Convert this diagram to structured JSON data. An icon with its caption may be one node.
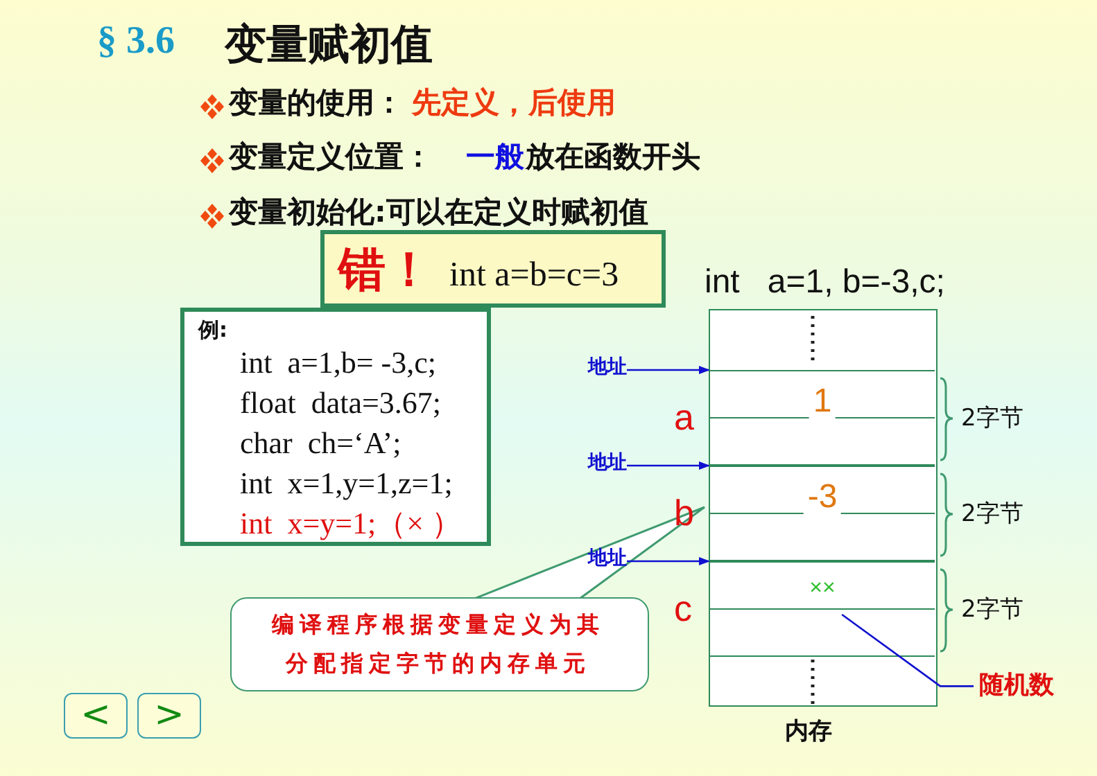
{
  "diagram": {
    "nodes": [
      {
        "text": [
          "例:",
          "int  a=1,b= -3,c;",
          "float  data=3.67;",
          "char  ch=‘A’;",
          "int  x=1,y=1,z=1;",
          "int  x=y=1;（× ）"
        ]
      },
      {
        "text": [
          "错！",
          "int a=b=c=3"
        ]
      },
      {
        "text": [
          "int   a=1, b=-3,c;"
        ],
        "beside": [
          "内存"
        ]
      },
      {
        "text": [
          "1"
        ],
        "in": 2,
        "beside": [
          "a",
          "2字节"
        ]
      },
      {
        "text": [
          "-3"
        ],
        "in": 2,
        "beside": [
          "b",
          "2字节"
        ]
      },
      {
        "text": [
          "××"
        ],
        "in": 2,
        "beside": [
          "c",
          "2字节"
        ]
      },
      {
        "text": [
          "地址"
        ]
      },
      {
        "text": [
          "地址"
        ]
      },
      {
        "text": [
          "地址"
        ]
      },
      {
        "text": [
          "编译程序根据变量定义为其分配指定字节的内存单元"
        ]
      },
      {
        "text": [
          "随机数"
        ]
      },
      {
        "text": [
          "<"
        ]
      },
      {
        "text": [
          ">"
        ]
      }
    ],
    "edges": [
      {
        "from": 6,
        "to": 3,
        "arrow": "to"
      },
      {
        "from": 7,
        "to": 4,
        "arrow": "to"
      },
      {
        "from": 8,
        "to": 5,
        "arrow": "to"
      },
      {
        "from": 10,
        "to": 5,
        "arrow": "none"
      }
    ],
    "labels": [
      "§ 3.6",
      "变量赋初值",
      "变量的使用：",
      "先定义，后使用",
      "变量定义位置：",
      "一般",
      "放在函数开头",
      "变量初始化:可以在定义时赋初值"
    ]
  }
}
